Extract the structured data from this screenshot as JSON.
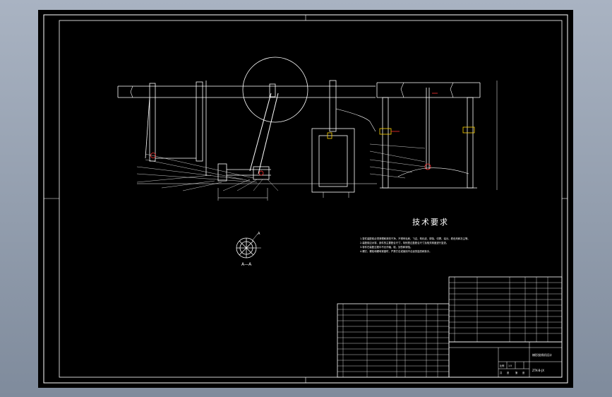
{
  "drawing": {
    "tech_heading": "技术要求",
    "requirements": [
      "1.零件装配前必须清理和清洗干净，不得有毛刺、飞边、氧化皮、锈蚀、切屑、油污、着色剂和灰尘等。",
      "2.装配前应对零、部件的主要配合尺寸，特别是过盈配合尺寸及相关精度进行复查。",
      "3.零件在装配过程中不允许磕、碰、划伤和锈蚀。",
      "4.螺钉、螺栓和螺母紧固时，严禁打击或使用不合适的旋具和扳手。"
    ],
    "section_label": "A—A",
    "section_marker": "A",
    "title_block": {
      "drawing_name": "梯形绕线机设计",
      "drawing_code": "ZTK-B-JX",
      "sheet_labels": [
        "共",
        "张",
        "第",
        "张"
      ],
      "scale_labels": [
        "比例",
        "1:5"
      ]
    }
  },
  "colors": {
    "background": "#000000",
    "line": "#ffffff",
    "highlight": "#ff3030",
    "accent_yellow": "#ffd400"
  }
}
